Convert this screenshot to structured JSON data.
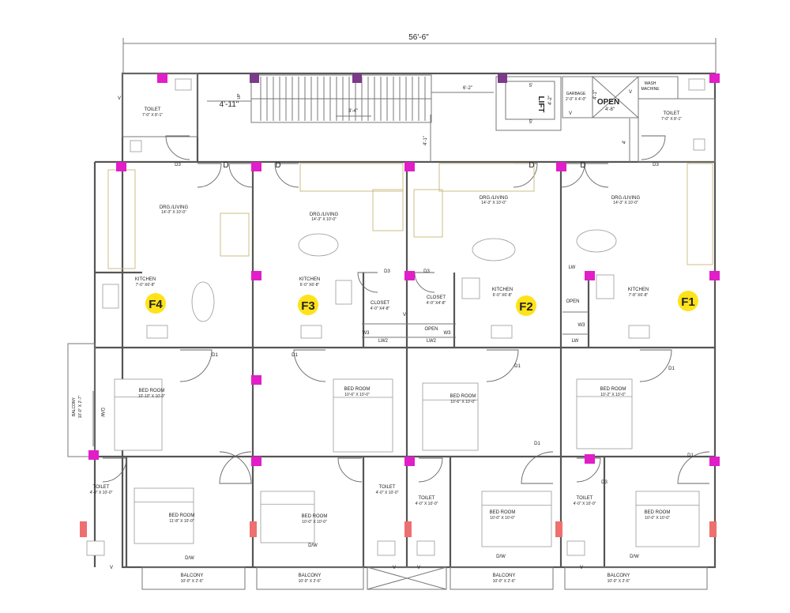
{
  "colors": {
    "column": "#e11ec8",
    "column_stair": "#7b3a8a",
    "column_end": "#ee6f6f",
    "flat_badge": "#ffe21a",
    "furniture": "#c8b878",
    "wall": "#555555"
  },
  "overall": {
    "width_dim": "56'-6\""
  },
  "core": {
    "dim_4_11": "4'-11\"",
    "dim_up": "UP",
    "dim_3_4": "3'-4\"",
    "dim_6_2": "6'-2\"",
    "dim_4_1": "4'-1\"",
    "dim_4": "4'",
    "lift_label": "LIFT",
    "lift_dim_top": "5'",
    "lift_dim_bottom": "5'",
    "lift_dim_side": "4'-2\"",
    "garbage_label": "GARBAGE",
    "garbage_dim": "2'-0\" X 4'-0\"",
    "open_label": "OPEN",
    "open_dim": "4'-8\"",
    "open_dim_side": "4'-1\"",
    "wash_label": "WASH",
    "wash_label2": "MACHINE"
  },
  "flats": [
    {
      "badge": "F4",
      "toilet": "TOILET",
      "toilet_dim": "7'-0\" X 8'-1\"",
      "living": "DRG./LIVING",
      "living_dim": "14'-3\" X 10'-0\"",
      "kitchen": "KITCHEN",
      "kitchen_dim": "7'-0\" X6'-8\"",
      "bed1": "BED ROOM",
      "bed1_dim": "10'-10\" X 10'-0\"",
      "bed2": "BED ROOM",
      "bed2_dim": "11'-8\" X 10'-0\"",
      "toilet2": "TOILET",
      "toilet2_dim": "4'-0\" X 10'-0\"",
      "balcony": "BALCONY",
      "balcony_dim": "10'-0\" X 2'-6\"",
      "side_balcony": "BALCONY",
      "side_balcony_dim": "10'-0\" X 2'-7\""
    },
    {
      "badge": "F3",
      "living": "DRG./LIVING",
      "living_dim": "14'-3\" X 10'-0\"",
      "kitchen": "KITCHEN",
      "kitchen_dim": "6'-0\" X6'-8\"",
      "closet": "CLOSET",
      "closet_dim": "4'-0\" X4'-8\"",
      "bed1": "BED ROOM",
      "bed1_dim": "10'-6\" X 10'-0\"",
      "bed2": "BED ROOM",
      "bed2_dim": "10'-0\" X 10'-0\"",
      "toilet2": "TOILET",
      "toilet2_dim": "4'-0\" X 10'-0\"",
      "balcony": "BALCONY",
      "balcony_dim": "10'-0\" X 2'-6\""
    },
    {
      "badge": "F2",
      "living": "DRG./LIVING",
      "living_dim": "14'-3\" X 10'-0\"",
      "kitchen": "KITCHEN",
      "kitchen_dim": "6'-0\" X6'-8\"",
      "closet": "CLOSET",
      "closet_dim": "4'-0\" X4'-8\"",
      "bed1": "BED ROOM",
      "bed1_dim": "10'-6\" X 10'-0\"",
      "bed2": "BED ROOM",
      "bed2_dim": "10'-0\" X 10'-0\"",
      "toilet2": "TOILET",
      "toilet2_dim": "4'-0\" X 10'-0\"",
      "balcony": "BALCONY",
      "balcony_dim": "10'-0\" X 2'-6\""
    },
    {
      "badge": "F1",
      "toilet": "TOILET",
      "toilet_dim": "7'-0\" X 8'-1\"",
      "living": "DRG./LIVING",
      "living_dim": "14'-3\" X 10'-0\"",
      "kitchen": "KITCHEN",
      "kitchen_dim": "7'-8\" X6'-8\"",
      "bed1": "BED ROOM",
      "bed1_dim": "10'-2\" X 10'-0\"",
      "bed2": "BED ROOM",
      "bed2_dim": "10'-0\" X 10'-0\"",
      "toilet2": "TOILET",
      "toilet2_dim": "4'-0\" X 10'-0\"",
      "balcony": "BALCONY",
      "balcony_dim": "10'-0\" X 2'-6\""
    }
  ],
  "tags": {
    "D": "D",
    "D1": "D1",
    "D3": "D3",
    "DW": "D/W",
    "V": "V",
    "W3": "W3",
    "LW": "LW",
    "LW2": "LW2",
    "OPEN": "OPEN"
  }
}
